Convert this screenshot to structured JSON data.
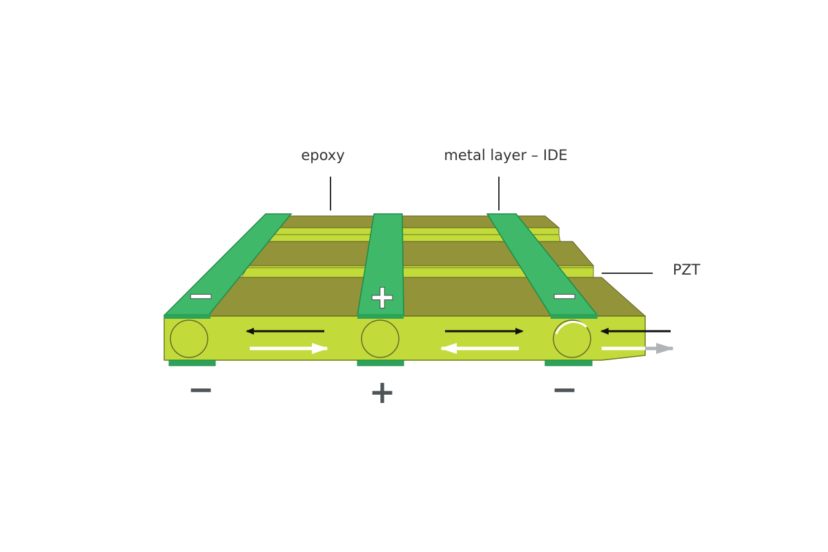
{
  "labels": {
    "epoxy": "epoxy",
    "metal_layer": "metal layer – IDE",
    "pzt": "PZT"
  },
  "electrodes": {
    "top": [
      "−",
      "+",
      "−"
    ],
    "bottom": [
      "−",
      "+",
      "−"
    ]
  },
  "colors": {
    "pzt_fiber": "#c2db3a",
    "pzt_top": "#93933a",
    "epoxy": "#c2db3a",
    "electrode": "#3fb86a",
    "electrode_edge": "#1e8a4a",
    "arrow_dark": "#111111",
    "arrow_light": "#ffffff"
  }
}
